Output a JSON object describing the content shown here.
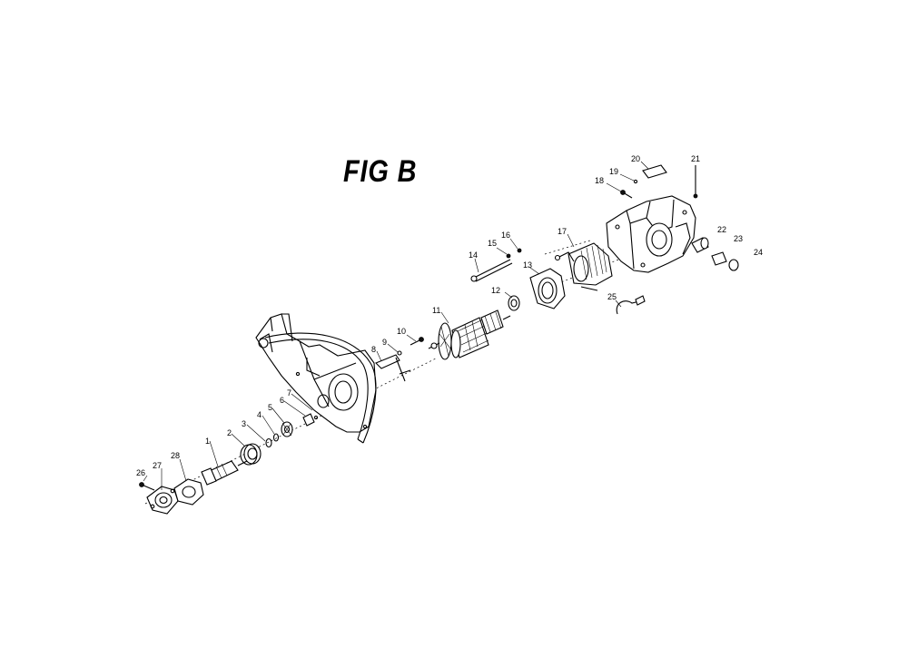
{
  "figure": {
    "title": "FIG B",
    "callouts": [
      {
        "id": "c1",
        "label": "1"
      },
      {
        "id": "c2",
        "label": "2"
      },
      {
        "id": "c3",
        "label": "3"
      },
      {
        "id": "c4",
        "label": "4"
      },
      {
        "id": "c5",
        "label": "5"
      },
      {
        "id": "c6",
        "label": "6"
      },
      {
        "id": "c7",
        "label": "7"
      },
      {
        "id": "c8",
        "label": "8"
      },
      {
        "id": "c9",
        "label": "9"
      },
      {
        "id": "c10",
        "label": "10"
      },
      {
        "id": "c11",
        "label": "11"
      },
      {
        "id": "c12",
        "label": "12"
      },
      {
        "id": "c13",
        "label": "13"
      },
      {
        "id": "c14",
        "label": "14"
      },
      {
        "id": "c15",
        "label": "15"
      },
      {
        "id": "c16",
        "label": "16"
      },
      {
        "id": "c17",
        "label": "17"
      },
      {
        "id": "c18",
        "label": "18"
      },
      {
        "id": "c19",
        "label": "19"
      },
      {
        "id": "c20",
        "label": "20"
      },
      {
        "id": "c21",
        "label": "21"
      },
      {
        "id": "c22",
        "label": "22"
      },
      {
        "id": "c23",
        "label": "23"
      },
      {
        "id": "c24",
        "label": "24"
      },
      {
        "id": "c25",
        "label": "25"
      },
      {
        "id": "c26",
        "label": "26"
      },
      {
        "id": "c27",
        "label": "27"
      },
      {
        "id": "c28",
        "label": "28"
      }
    ]
  }
}
